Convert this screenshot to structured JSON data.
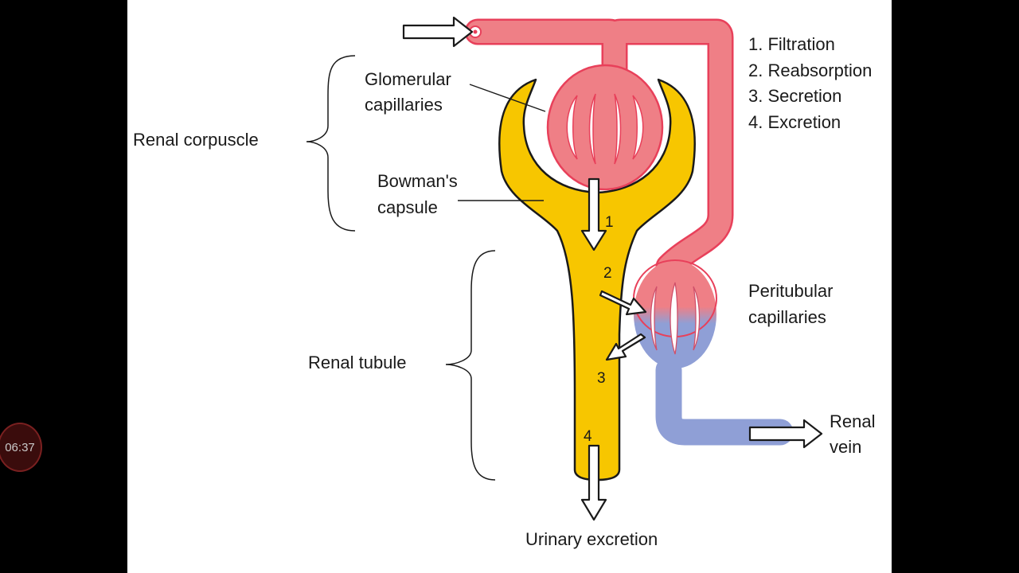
{
  "video": {
    "timestamp": "06:37"
  },
  "diagram": {
    "labels": {
      "renal_corpuscle": "Renal corpuscle",
      "glomerular_capillaries": [
        "Glomerular",
        "capillaries"
      ],
      "bowmans_capsule": [
        "Bowman's",
        "capsule"
      ],
      "renal_tubule": "Renal tubule",
      "peritubular_capillaries": [
        "Peritubular",
        "capillaries"
      ],
      "renal_vein": [
        "Renal",
        "vein"
      ],
      "urinary_excretion": "Urinary excretion"
    },
    "steps": [
      "1. Filtration",
      "2. Reabsorption",
      "3. Secretion",
      "4. Excretion"
    ],
    "step_markers": [
      "1",
      "2",
      "3",
      "4"
    ],
    "colors": {
      "arterial": "#ef7f86",
      "arterial_outline": "#e8405a",
      "venous": "#8f9fd6",
      "capsule": "#f7c600",
      "capsule_outline": "#1a1a1a",
      "background": "#ffffff"
    }
  }
}
